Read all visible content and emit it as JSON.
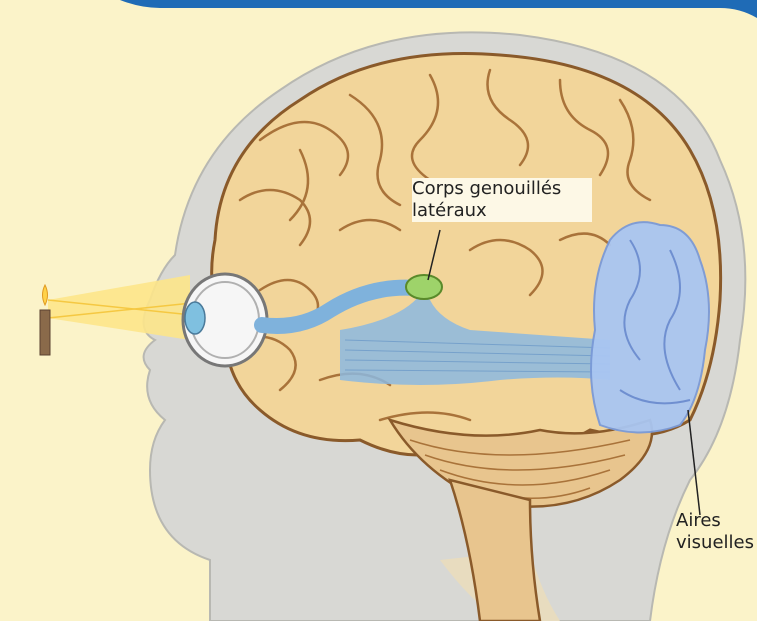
{
  "labels": {
    "corps_line1": "Corps genouillés",
    "corps_line2": "latéraux",
    "aires_line1": "Aires",
    "aires_line2": "visuelles"
  },
  "colors": {
    "background": "#fbf3c9",
    "head": "#d6d6d2",
    "brain": "#f2d59a",
    "brain_outline": "#8a5a2a",
    "visual_pathway": "#7fb2dc",
    "visual_cortex": "#a9c6f2",
    "lgn": "#9ed36a",
    "light_cone": "#fde58a",
    "header_bar": "#1f6bb6"
  },
  "icons": [
    "candle-icon",
    "eye-icon"
  ]
}
